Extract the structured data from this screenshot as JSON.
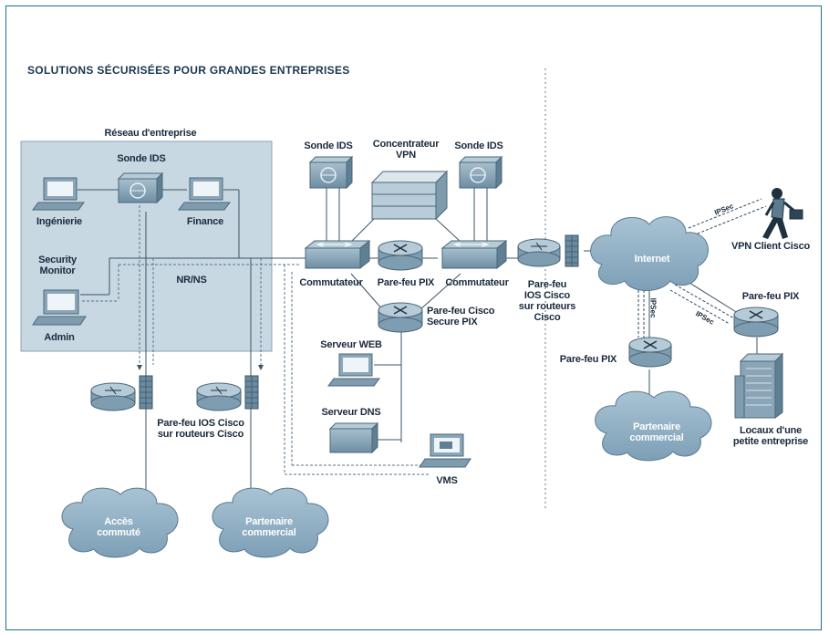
{
  "title": "SOLUTIONS SÉCURISÉES POUR GRANDES ENTREPRISES",
  "enterprise_box": {
    "title": "Réseau d'entreprise",
    "ids_probe": "Sonde IDS",
    "engineering": "Ingénierie",
    "finance": "Finance",
    "security_monitor": "Security\nMonitor",
    "nrns": "NR/NS",
    "admin": "Admin"
  },
  "core": {
    "ids_probe_left": "Sonde IDS",
    "vpn_concentrator": "Concentrateur\nVPN",
    "ids_probe_right": "Sonde IDS",
    "switch_left": "Commutateur",
    "pix_firewall": "Pare-feu PIX",
    "switch_right": "Commutateur",
    "cisco_secure_pix": "Pare-feu Cisco\nSecure PIX",
    "web_server": "Serveur WEB",
    "dns_server": "Serveur DNS",
    "vms": "VMS"
  },
  "edge": {
    "ios_firewall_right": "Pare-feu\nIOS Cisco\nsur routeurs\nCisco",
    "ios_firewall_bottom": "Pare-feu IOS Cisco\nsur routeurs Cisco",
    "dialup": "Accès\ncommuté",
    "partner_left": "Partenaire\ncommercial"
  },
  "internet_side": {
    "internet": "Internet",
    "vpn_client": "VPN Client Cisco",
    "pix_firewall_top": "Pare-feu PIX",
    "pix_firewall_left": "Pare-feu PIX",
    "partner_right": "Partenaire\ncommercial",
    "small_office": "Locaux d'une\npetite entreprise",
    "ipsec": "IPSec"
  },
  "colors": {
    "frame": "#1f6f86",
    "device": "#7f9db0",
    "device_dark": "#5a7b90",
    "cloud": "#8fb0c6",
    "box": "#c7d8e3",
    "line": "#3b5566"
  }
}
